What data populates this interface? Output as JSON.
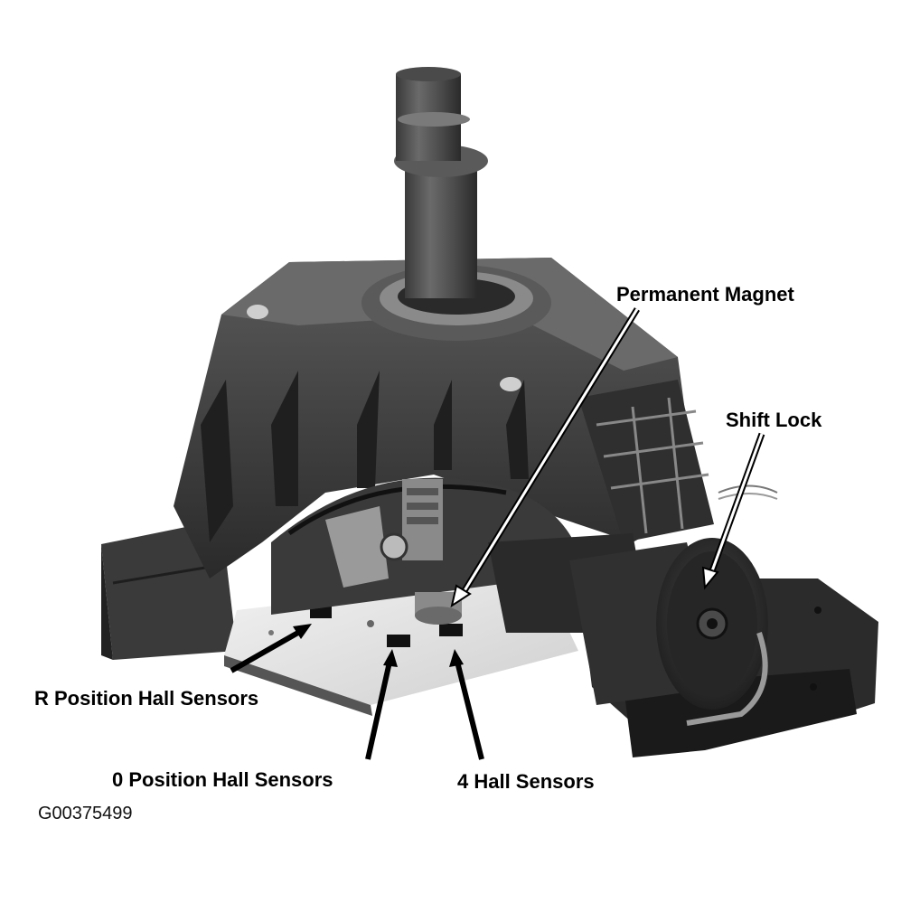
{
  "labels": {
    "permanent_magnet": "Permanent Magnet",
    "shift_lock": "Shift Lock",
    "r_position_hall_sensors": "R Position Hall Sensors",
    "zero_position_hall_sensors": "0 Position Hall Sensors",
    "four_hall_sensors": "4 Hall Sensors"
  },
  "figure_id": "G00375499",
  "colors": {
    "background": "#ffffff",
    "label_text": "#000000",
    "housing_dark": "#2b2b2b",
    "board_light": "#e6e6e6"
  }
}
